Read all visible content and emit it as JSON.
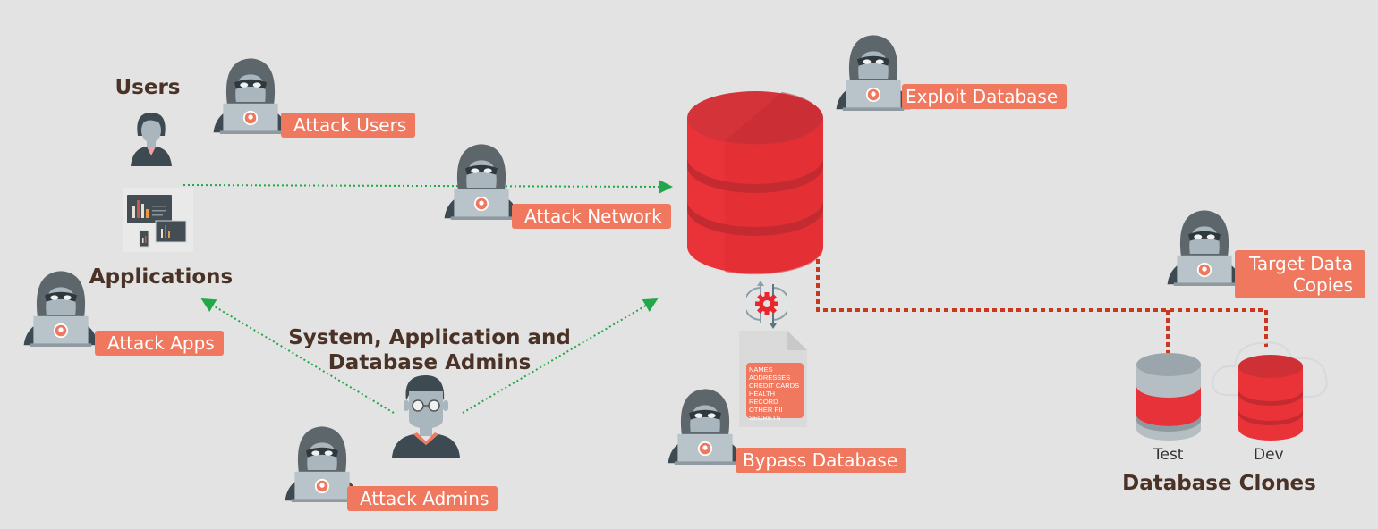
{
  "groups": {
    "users": "Users",
    "applications": "Applications",
    "admins_line1": "System, Application and",
    "admins_line2": "Database Admins",
    "clones": "Database Clones"
  },
  "threats": {
    "attack_users": "Attack Users",
    "attack_network": "Attack Network",
    "attack_apps": "Attack Apps",
    "attack_admins": "Attack Admins",
    "exploit_database": "Exploit Database",
    "bypass_database": "Bypass Database",
    "target_copies_line1": "Target Data",
    "target_copies_line2": "Copies"
  },
  "sensitive_data": [
    "NAMES",
    "ADDRESSES",
    "CREDIT CARDS",
    "HEALTH RECORD",
    "OTHER PII",
    "SECRETS"
  ],
  "clones": {
    "test": "Test",
    "dev": "Dev"
  },
  "colors": {
    "accent": "#f0785e",
    "db_red": "#e8323a",
    "heading": "#4a3226",
    "green_link": "#22a84a",
    "red_link": "#c8381e"
  }
}
